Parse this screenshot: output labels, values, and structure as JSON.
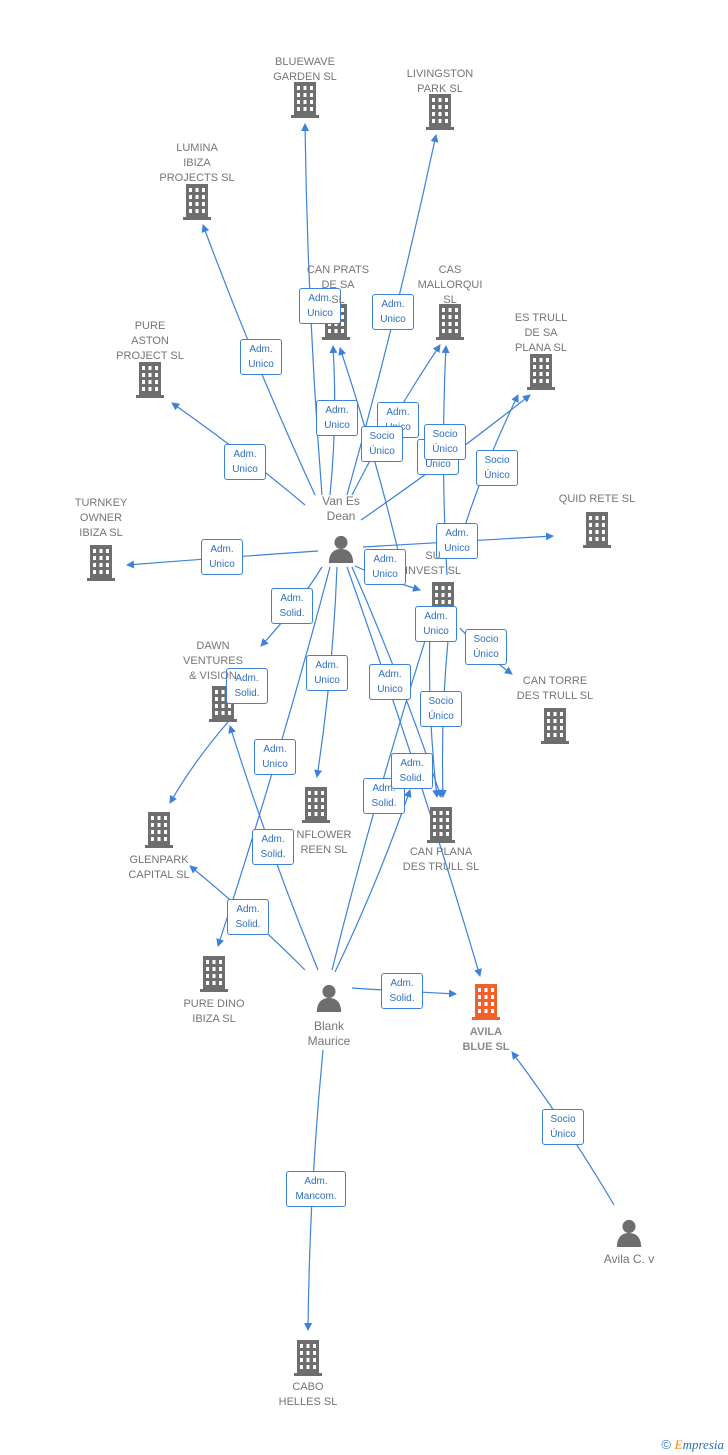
{
  "companies": [
    {
      "id": "bluewave",
      "label": "BLUEWAVE\nGARDEN  SL"
    },
    {
      "id": "livingston",
      "label": "LIVINGSTON\nPARK  SL"
    },
    {
      "id": "lumina",
      "label": "LUMINA\nIBIZA\nPROJECTS  SL"
    },
    {
      "id": "canprats",
      "label": "CAN PRATS\nDE SA\nSL"
    },
    {
      "id": "casmallorqui",
      "label": "CAS\nMALLORQUI\nSL"
    },
    {
      "id": "estrull",
      "label": "ES TRULL\nDE SA\nPLANA  SL"
    },
    {
      "id": "pureaston",
      "label": "PURE\nASTON\nPROJECT  SL"
    },
    {
      "id": "quidrete",
      "label": "QUID RETE  SL"
    },
    {
      "id": "turnkey",
      "label": "TURNKEY\nOWNER\nIBIZA  SL"
    },
    {
      "id": "suinvest",
      "label": "SU\nINVEST  SL"
    },
    {
      "id": "dawn",
      "label": "DAWN\nVENTURES\n& VISION"
    },
    {
      "id": "cantorre",
      "label": "CAN TORRE\nDES TRULL  SL"
    },
    {
      "id": "glenpark",
      "label": "GLENPARK\nCAPITAL  SL"
    },
    {
      "id": "sunflower",
      "label": "NFLOWER\nREEN  SL"
    },
    {
      "id": "canplana",
      "label": "CAN PLANA\nDES TRULL  SL"
    },
    {
      "id": "puredino",
      "label": "PURE DINO\nIBIZA  SL"
    },
    {
      "id": "avila",
      "label": "AVILA\nBLUE  SL",
      "focus": true
    },
    {
      "id": "cabo",
      "label": "CABO\nHELLES SL"
    }
  ],
  "people": [
    {
      "id": "vanes",
      "label": "Van Es\nDean"
    },
    {
      "id": "blank",
      "label": "Blank\nMaurice"
    },
    {
      "id": "avilac",
      "label": "Avila C. v"
    }
  ],
  "relations": [
    {
      "label": "Adm.\nUnico"
    },
    {
      "label": "Adm.\nUnico"
    },
    {
      "label": "Adm.\nUnico"
    },
    {
      "label": "Adm.\nUnico"
    },
    {
      "label": "Adm.\nUnico"
    },
    {
      "label": "Adm.\nUnico"
    },
    {
      "label": "Adm.\nUnico"
    },
    {
      "label": "Socio\nÚnico"
    },
    {
      "label": "Socio\nÚnico"
    },
    {
      "label": "Adm.\nUnico"
    },
    {
      "label": "Socio\nÚnico"
    },
    {
      "label": "Adm.\nUnico"
    },
    {
      "label": "Adm.\nUnico"
    },
    {
      "label": "Adm.\nSolid."
    },
    {
      "label": "Adm.\nSolid."
    },
    {
      "label": "Adm.\nUnico"
    },
    {
      "label": "Socio\nÚnico"
    },
    {
      "label": "Adm.\nSolid."
    },
    {
      "label": "Adm.\nUnico"
    },
    {
      "label": "Adm.\nUnico"
    },
    {
      "label": "Socio\nÚnico"
    },
    {
      "label": "Adm.\nUnico"
    },
    {
      "label": "Adm.\nSolid."
    },
    {
      "label": "Adm.\nSolid."
    },
    {
      "label": "Adm.\nSolid."
    },
    {
      "label": "Adm.\nSolid."
    },
    {
      "label": "Adm.\nSolid."
    },
    {
      "label": "Socio\nÚnico"
    },
    {
      "label": "Adm.\nMancom."
    }
  ],
  "colors": {
    "edge": "#3b82d8",
    "building": "#6e6e6e",
    "focus_building": "#f0612c",
    "person": "#6e6e6e"
  },
  "footer": {
    "copyright": "©",
    "brand": "mpresia",
    "brand_initial": "E"
  }
}
